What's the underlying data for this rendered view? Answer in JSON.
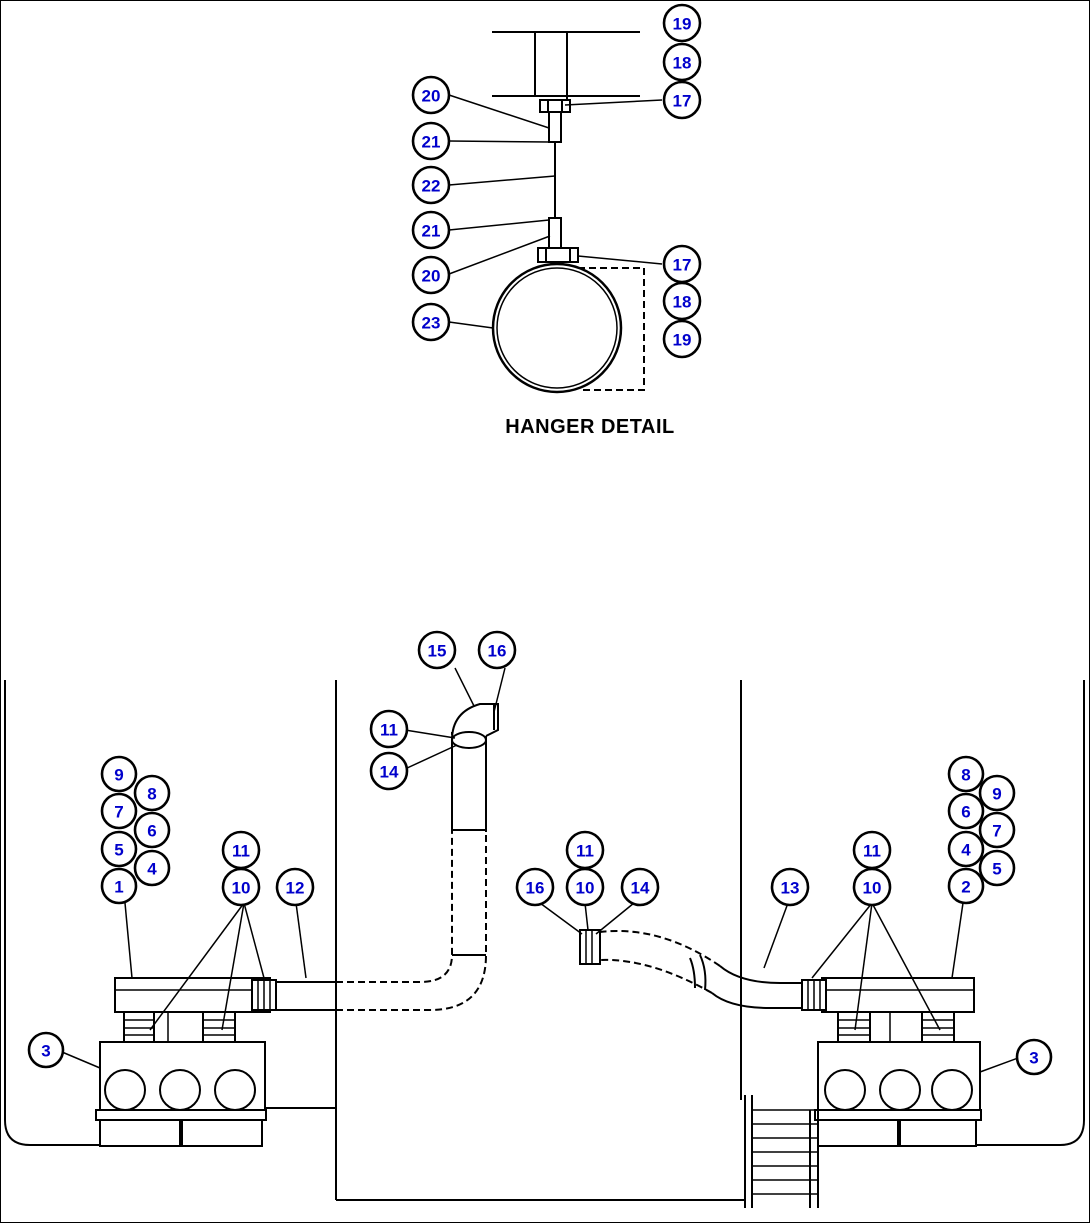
{
  "caption": "HANGER DETAIL",
  "callout_color": "#0000cc",
  "callouts": {
    "c19a": "19",
    "c18a": "18",
    "c17a": "17",
    "c20a": "20",
    "c21a": "21",
    "c22": "22",
    "c21b": "21",
    "c20b": "20",
    "c17b": "17",
    "c18b": "18",
    "c19b": "19",
    "c23": "23",
    "c15": "15",
    "c16a": "16",
    "c11a": "11",
    "c14a": "14",
    "L9": "9",
    "L8": "8",
    "L7": "7",
    "L6": "6",
    "L5": "5",
    "L4": "4",
    "L1": "1",
    "L11": "11",
    "L10": "10",
    "L12": "12",
    "L3": "3",
    "M11": "11",
    "M16": "16",
    "M10": "10",
    "M14": "14",
    "R13": "13",
    "R11": "11",
    "R10": "10",
    "R8": "8",
    "R9": "9",
    "R6": "6",
    "R7": "7",
    "R4": "4",
    "R5": "5",
    "R2": "2",
    "R3": "3"
  }
}
